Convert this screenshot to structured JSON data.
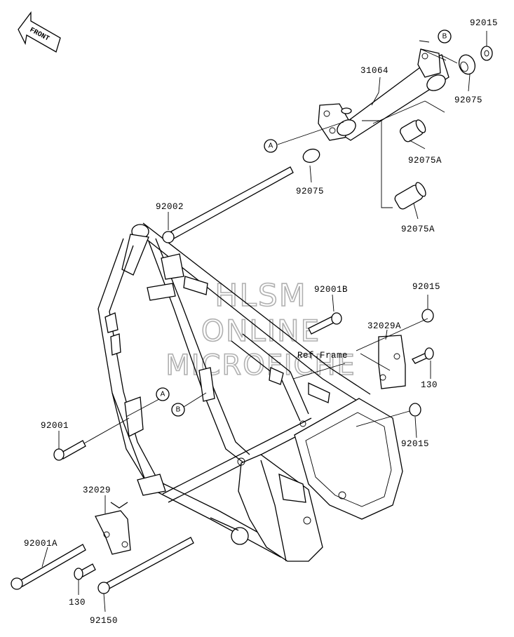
{
  "front_badge": "FRONT",
  "watermark": {
    "line1": "HLSM",
    "line2": "ONLINE",
    "line3": "MICROFICHE"
  },
  "reference_note": "Ref.Frame",
  "callouts": {
    "a": "A",
    "b": "B"
  },
  "parts": {
    "p92015_top": "92015",
    "p31064": "31064",
    "p92075_right": "92075",
    "p92075A_upper": "92075A",
    "p92075_lower": "92075",
    "p92075A_lower": "92075A",
    "p92002": "92002",
    "p92001B": "92001B",
    "p92015_mid": "92015",
    "p32029A": "32029A",
    "p130_right": "130",
    "p92015_low": "92015",
    "p92001": "92001",
    "p32029": "32029",
    "p92001A": "92001A",
    "p130_left": "130",
    "p92150": "92150"
  }
}
